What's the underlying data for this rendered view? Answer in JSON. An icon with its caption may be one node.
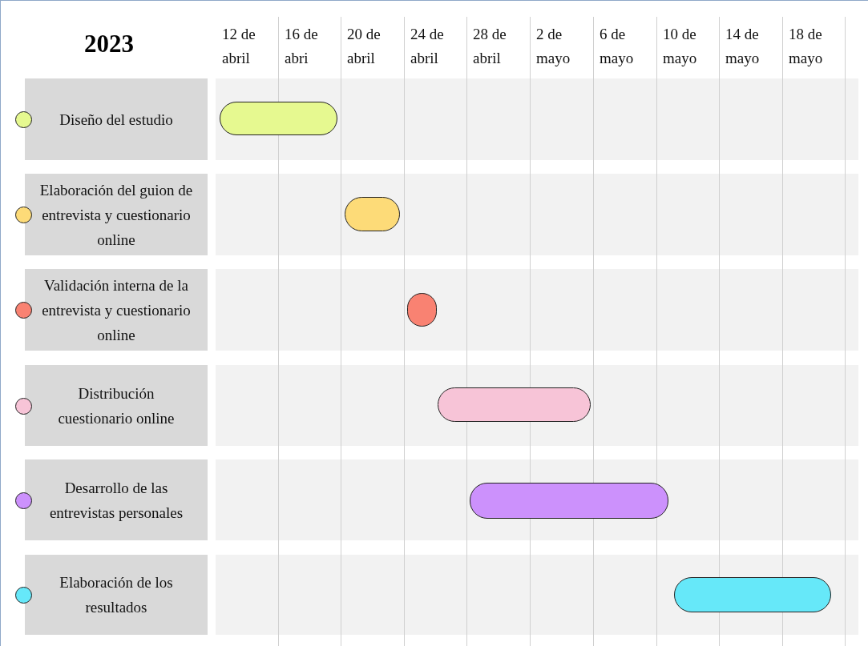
{
  "diagram": {
    "nodes": [
      {
        "text": [
          "Diseño del estudio"
        ]
      },
      {
        "text": [
          "Elaboración del guion de entrevista y cuestionario online"
        ]
      },
      {
        "text": [
          "Validación interna de la entrevista y cuestionario online"
        ]
      },
      {
        "text": [
          "Distribución cuestionario online"
        ]
      },
      {
        "text": [
          "Desarrollo de las entrevistas personales"
        ]
      },
      {
        "text": [
          "Elaboración de los resultados"
        ]
      },
      {
        "text": [],
        "shape": "bar"
      },
      {
        "text": [],
        "shape": "bar"
      },
      {
        "text": [],
        "shape": "bar"
      },
      {
        "text": [],
        "shape": "bar"
      },
      {
        "text": [],
        "shape": "bar"
      },
      {
        "text": [],
        "shape": "bar"
      }
    ],
    "edges": [],
    "labels": [
      "2023",
      "12 de abril",
      "16 de abri",
      "20 de abril",
      "24 de abril",
      "28 de abril",
      "2 de mayo",
      "6 de mayo",
      "10 de mayo",
      "14 de mayo",
      "18 de mayo"
    ]
  }
}
